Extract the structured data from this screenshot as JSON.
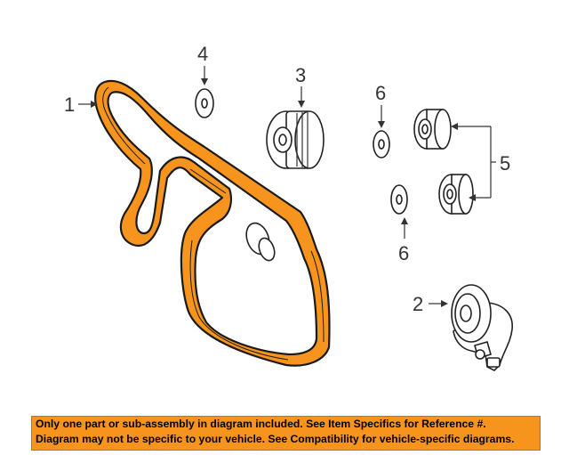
{
  "callouts": {
    "belt": "1",
    "tensioner": "2",
    "idler_pulley": "3",
    "washer": "4",
    "bearing_pulleys": "5",
    "washer_upper": "6",
    "washer_lower": "6"
  },
  "banner": {
    "line1": "Only one part or sub-assembly in diagram included. See Item Specifics for Reference #.",
    "line2": "Diagram may not be specific to your vehicle. See Compatibility for vehicle-specific diagrams."
  },
  "colors": {
    "highlight": "#f7941d",
    "outline": "#1a1a1a"
  }
}
